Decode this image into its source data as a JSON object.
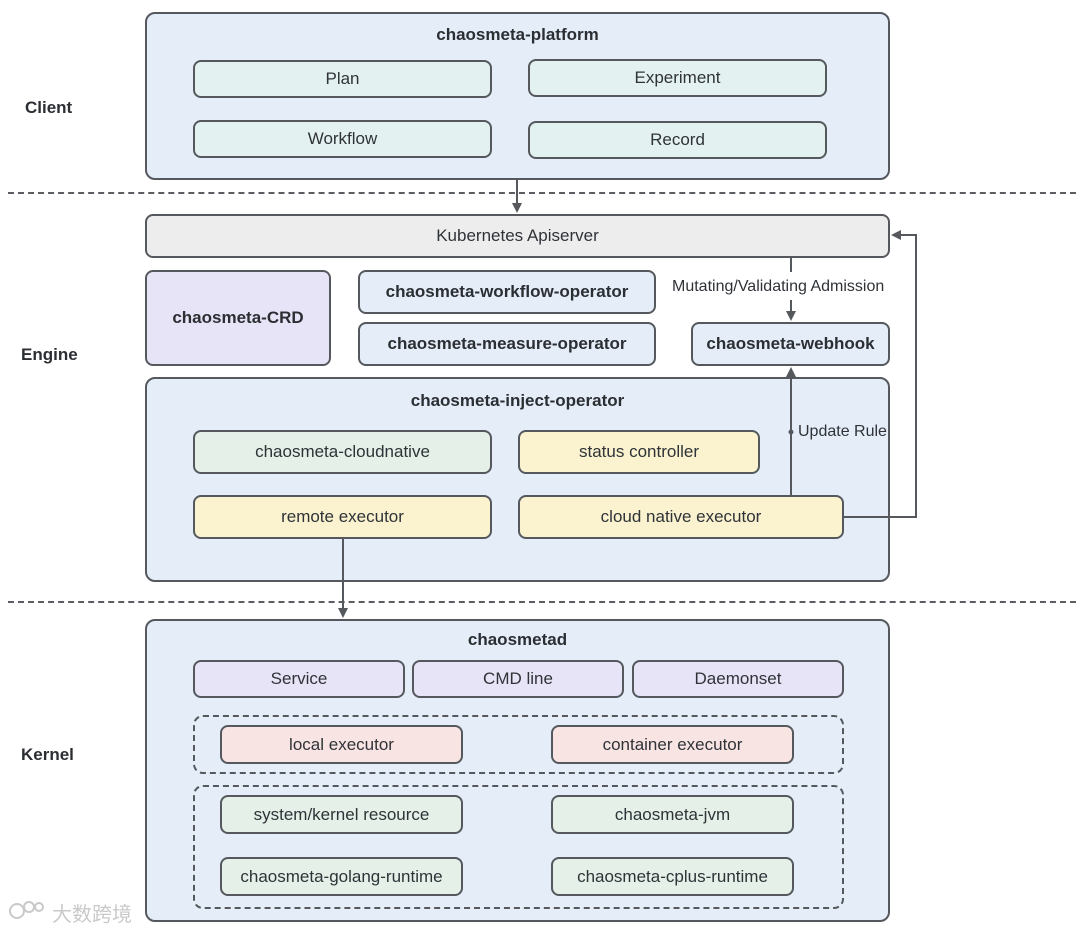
{
  "layers": {
    "client": "Client",
    "engine": "Engine",
    "kernel": "Kernel"
  },
  "platform": {
    "title": "chaosmeta-platform",
    "items": [
      "Plan",
      "Experiment",
      "Workflow",
      "Record"
    ]
  },
  "engine": {
    "apiserver": "Kubernetes Apiserver",
    "crd": "chaosmeta-CRD",
    "workflow_operator": "chaosmeta-workflow-operator",
    "measure_operator": "chaosmeta-measure-operator",
    "webhook": "chaosmeta-webhook",
    "admission_label": "Mutating/Validating Admission",
    "update_rule_label": "Update Rule",
    "inject": {
      "title": "chaosmeta-inject-operator",
      "cloudnative": "chaosmeta-cloudnative",
      "status_controller": "status controller",
      "remote_executor": "remote executor",
      "cloud_native_executor": "cloud native executor"
    }
  },
  "kernel": {
    "title": "chaosmetad",
    "entry": [
      "Service",
      "CMD line",
      "Daemonset"
    ],
    "executors": [
      "local executor",
      "container executor"
    ],
    "resources": [
      "system/kernel resource",
      "chaosmeta-jvm",
      "chaosmeta-golang-runtime",
      "chaosmeta-cplus-runtime"
    ]
  },
  "colors": {
    "border": "#55595e",
    "layer_bg": "#e4edf8",
    "teal": "#e4f1f1",
    "grey": "#ededee",
    "lavender": "#e8e4f7",
    "green": "#e4f0e8",
    "yellow": "#fbf3cf",
    "pink": "#f9e4e4"
  },
  "watermark": "大数跨境"
}
